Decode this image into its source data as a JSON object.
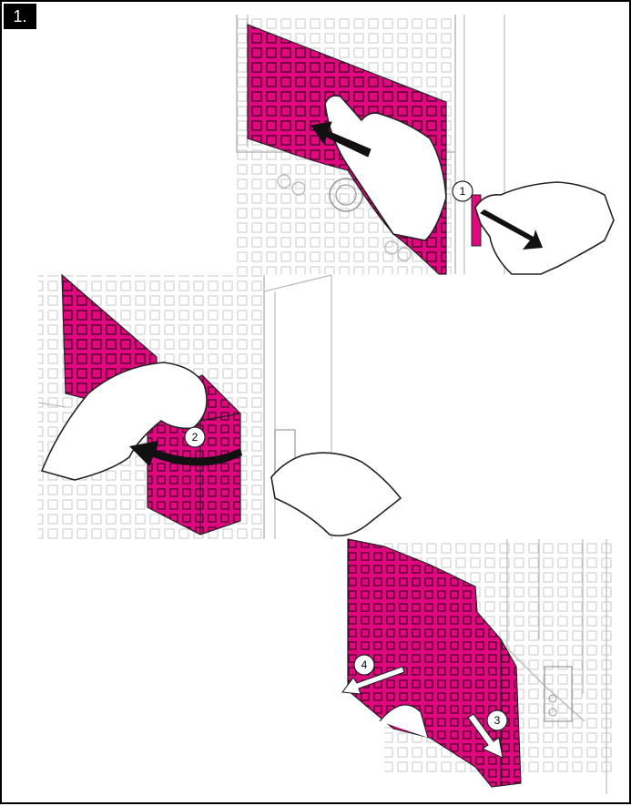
{
  "step_label": "1.",
  "colors": {
    "accent": "#e0087f",
    "outline": "#222222",
    "light_outline": "#bbbbbb",
    "background": "#ffffff"
  },
  "callouts": [
    "1",
    "2",
    "3",
    "4"
  ],
  "icons": [
    "hand-icon",
    "arrow-icon",
    "filter-panel",
    "device-housing"
  ]
}
